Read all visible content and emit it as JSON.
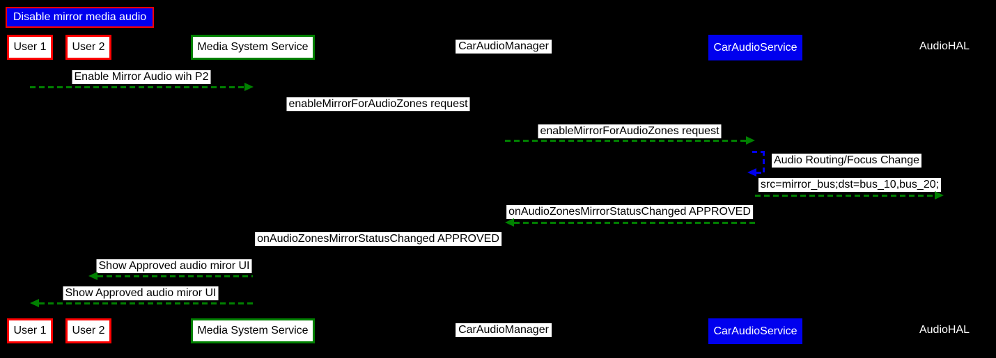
{
  "title": "Disable mirror media audio",
  "actors": [
    {
      "label": "User 1",
      "style": "red-box"
    },
    {
      "label": "User 2",
      "style": "red-box"
    },
    {
      "label": "Media System Service",
      "style": "green-box"
    },
    {
      "label": "CarAudioManager",
      "style": "white-label"
    },
    {
      "label": "CarAudioService",
      "style": "blue-box"
    },
    {
      "label": "AudioHAL",
      "style": "plain"
    }
  ],
  "messages": [
    {
      "text": "Enable Mirror Audio wih P2",
      "from": "User 1",
      "to": "Media System Service",
      "arrow": "green-dashed-right"
    },
    {
      "text": "enableMirrorForAudioZones request",
      "from": "Media System Service",
      "to": "CarAudioManager",
      "arrow": "hidden"
    },
    {
      "text": "enableMirrorForAudioZones request",
      "from": "CarAudioManager",
      "to": "CarAudioService",
      "arrow": "green-dashed-right"
    },
    {
      "text": "Audio Routing/Focus Change",
      "from": "CarAudioService",
      "to": "CarAudioService",
      "arrow": "blue-dashed-self"
    },
    {
      "text": "src=mirror_bus;dst=bus_10,bus_20;",
      "from": "CarAudioService",
      "to": "AudioHAL",
      "arrow": "green-dashed-right"
    },
    {
      "text": "onAudioZonesMirrorStatusChanged APPROVED",
      "from": "CarAudioService",
      "to": "CarAudioManager",
      "arrow": "green-dashed-left"
    },
    {
      "text": "onAudioZonesMirrorStatusChanged APPROVED",
      "from": "CarAudioManager",
      "to": "Media System Service",
      "arrow": "hidden"
    },
    {
      "text": "Show Approved audio miror UI",
      "from": "Media System Service",
      "to": "User 2",
      "arrow": "green-dashed-left"
    },
    {
      "text": "Show Approved audio miror UI",
      "from": "Media System Service",
      "to": "User 1",
      "arrow": "green-dashed-left"
    }
  ],
  "colors": {
    "background": "#000000",
    "red": "#ff0000",
    "green": "#008000",
    "blue": "#0000ee",
    "label_bg": "#ffffff"
  }
}
